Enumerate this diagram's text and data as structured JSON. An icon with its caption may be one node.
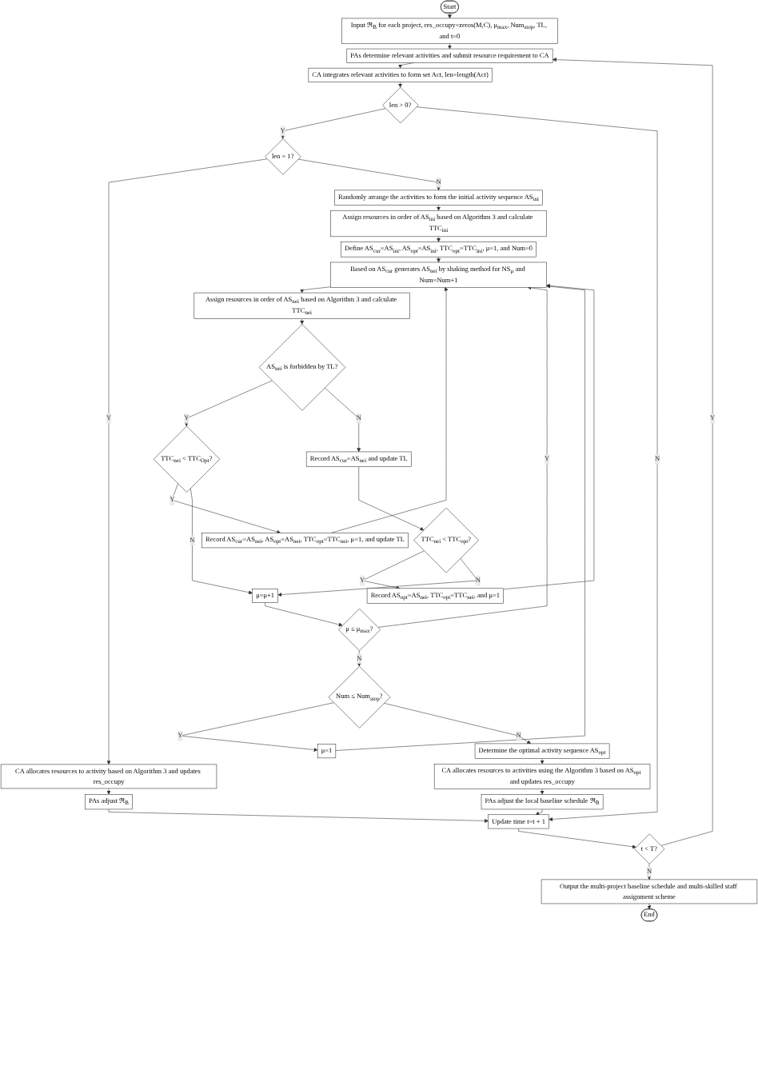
{
  "diagram": {
    "nodes": [
      {
        "text": [
          "Start"
        ]
      },
      {
        "text": [
          "Input ℜ$_{B}$ for each project, res_occupy=zeros(M,C), μ$_{max}$, Num$_{stop}$, TL, and t=0"
        ]
      },
      {
        "text": [
          "PAs determine relevant activities and submit resource requirement to CA"
        ]
      },
      {
        "text": [
          "CA integrates relevant activities to form set Act, len=length(Act)"
        ]
      },
      {
        "text": [
          "len > 0?"
        ]
      },
      {
        "text": [
          "len = 1?"
        ]
      },
      {
        "text": [
          "CA allocates resources to activity based on Algorithm 3 and updates res_occupy"
        ]
      },
      {
        "text": [
          "PAs adjust ℜ$_{B}$"
        ]
      },
      {
        "text": [
          "Randomly arrange the activities to form the initial activity sequence AS$_{ini}$"
        ]
      },
      {
        "text": [
          "Assign resources in order of AS$_{ini}$ based on Algorithm 3 and calculate TTC$_{ini}$"
        ]
      },
      {
        "text": [
          "Define AS$_{cur}$=AS$_{ini}$, AS$_{opt}$=AS$_{ini}$, TTC$_{opt}$=TTC$_{ini}$, μ=1, and Num=0"
        ]
      },
      {
        "text": [
          "Based on AS$_{cur}$ generates AS$_{nei}$ by shaking method for NS$_{μ}$ and Num=Num+1"
        ]
      },
      {
        "text": [
          "Assign resources in order of AS$_{nei}$ based on Algorithm 3 and calculate TTC$_{nei}$"
        ]
      },
      {
        "text": [
          "AS$_{nei}$ is forbidden by TL?"
        ]
      },
      {
        "text": [
          "Record AS$_{cur}$=AS$_{nei}$ and update TL"
        ]
      },
      {
        "text": [
          "TTC$_{nei}$ < TTC$_{Opt}$?"
        ]
      },
      {
        "text": [
          "TTC$_{nei}$ < TTC$_{opt}$?"
        ]
      },
      {
        "text": [
          "Record AS$_{cur}$=AS$_{nei}$, AS$_{opt}$=AS$_{nei}$, TTC$_{opt}$=TTC$_{nei}$, μ=1, and update TL"
        ]
      },
      {
        "text": [
          "Record AS$_{opt}$=AS$_{nei}$, TTC$_{opt}$=TTC$_{nei}$, and μ=1"
        ]
      },
      {
        "text": [
          "μ=μ+1"
        ]
      },
      {
        "text": [
          "μ ≤ μ$_{max}$?"
        ]
      },
      {
        "text": [
          "Num ≤ Num$_{stop}$?"
        ]
      },
      {
        "text": [
          "μ=1"
        ]
      },
      {
        "text": [
          "Determine the optimal activity sequence AS$_{opt}$"
        ]
      },
      {
        "text": [
          "CA allocates resources to activities using the Algorithm 3 based on AS$_{opt}$ and updates res_occupy"
        ]
      },
      {
        "text": [
          "PAs adjust the local baseline schedule ℜ$_{B}$"
        ]
      },
      {
        "text": [
          "Update time t=t + 1"
        ]
      },
      {
        "text": [
          "t < T?"
        ]
      },
      {
        "text": [
          "Output the multi-project baseline schedule and multi-skilled staff assignment scheme"
        ]
      },
      {
        "text": [
          "End"
        ]
      }
    ],
    "edges": [
      {
        "from": 0,
        "to": 1,
        "arrow": "to"
      },
      {
        "from": 1,
        "to": 2,
        "arrow": "to"
      },
      {
        "from": 2,
        "to": 3,
        "arrow": "to"
      },
      {
        "from": 3,
        "to": 4,
        "arrow": "to"
      },
      {
        "from": 4,
        "to": 5,
        "arrow": "to",
        "label": "Y"
      },
      {
        "from": 4,
        "to": 26,
        "arrow": "to",
        "label": "N"
      },
      {
        "from": 5,
        "to": 6,
        "arrow": "to",
        "label": "Y"
      },
      {
        "from": 6,
        "to": 7,
        "arrow": "to"
      },
      {
        "from": 7,
        "to": 26,
        "arrow": "to"
      },
      {
        "from": 5,
        "to": 8,
        "arrow": "to",
        "label": "N"
      },
      {
        "from": 8,
        "to": 9,
        "arrow": "to"
      },
      {
        "from": 9,
        "to": 10,
        "arrow": "to"
      },
      {
        "from": 10,
        "to": 11,
        "arrow": "to"
      },
      {
        "from": 11,
        "to": 12,
        "arrow": "to"
      },
      {
        "from": 12,
        "to": 13,
        "arrow": "to"
      },
      {
        "from": 13,
        "to": 15,
        "arrow": "to",
        "label": "Y"
      },
      {
        "from": 13,
        "to": 14,
        "arrow": "to",
        "label": "N"
      },
      {
        "from": 14,
        "to": 16,
        "arrow": "to"
      },
      {
        "from": 15,
        "to": 17,
        "arrow": "to",
        "label": "Y"
      },
      {
        "from": 16,
        "to": 18,
        "arrow": "to",
        "label": "Y"
      },
      {
        "from": 15,
        "to": 19,
        "arrow": "to",
        "label": "N"
      },
      {
        "from": 16,
        "to": 19,
        "arrow": "to",
        "label": "N"
      },
      {
        "from": 17,
        "to": 11,
        "arrow": "to"
      },
      {
        "from": 18,
        "to": 11,
        "arrow": "to"
      },
      {
        "from": 19,
        "to": 20,
        "arrow": "to"
      },
      {
        "from": 20,
        "to": 11,
        "arrow": "to",
        "label": "Y"
      },
      {
        "from": 20,
        "to": 21,
        "arrow": "to",
        "label": "N"
      },
      {
        "from": 21,
        "to": 22,
        "arrow": "to",
        "label": "Y"
      },
      {
        "from": 22,
        "to": 11,
        "arrow": "to"
      },
      {
        "from": 21,
        "to": 23,
        "arrow": "to",
        "label": "N"
      },
      {
        "from": 23,
        "to": 24,
        "arrow": "to"
      },
      {
        "from": 24,
        "to": 25,
        "arrow": "to"
      },
      {
        "from": 25,
        "to": 26,
        "arrow": "to"
      },
      {
        "from": 26,
        "to": 27,
        "arrow": "to"
      },
      {
        "from": 27,
        "to": 2,
        "arrow": "to",
        "label": "Y"
      },
      {
        "from": 27,
        "to": 28,
        "arrow": "to",
        "label": "N"
      },
      {
        "from": 28,
        "to": 29,
        "arrow": "to"
      }
    ]
  }
}
